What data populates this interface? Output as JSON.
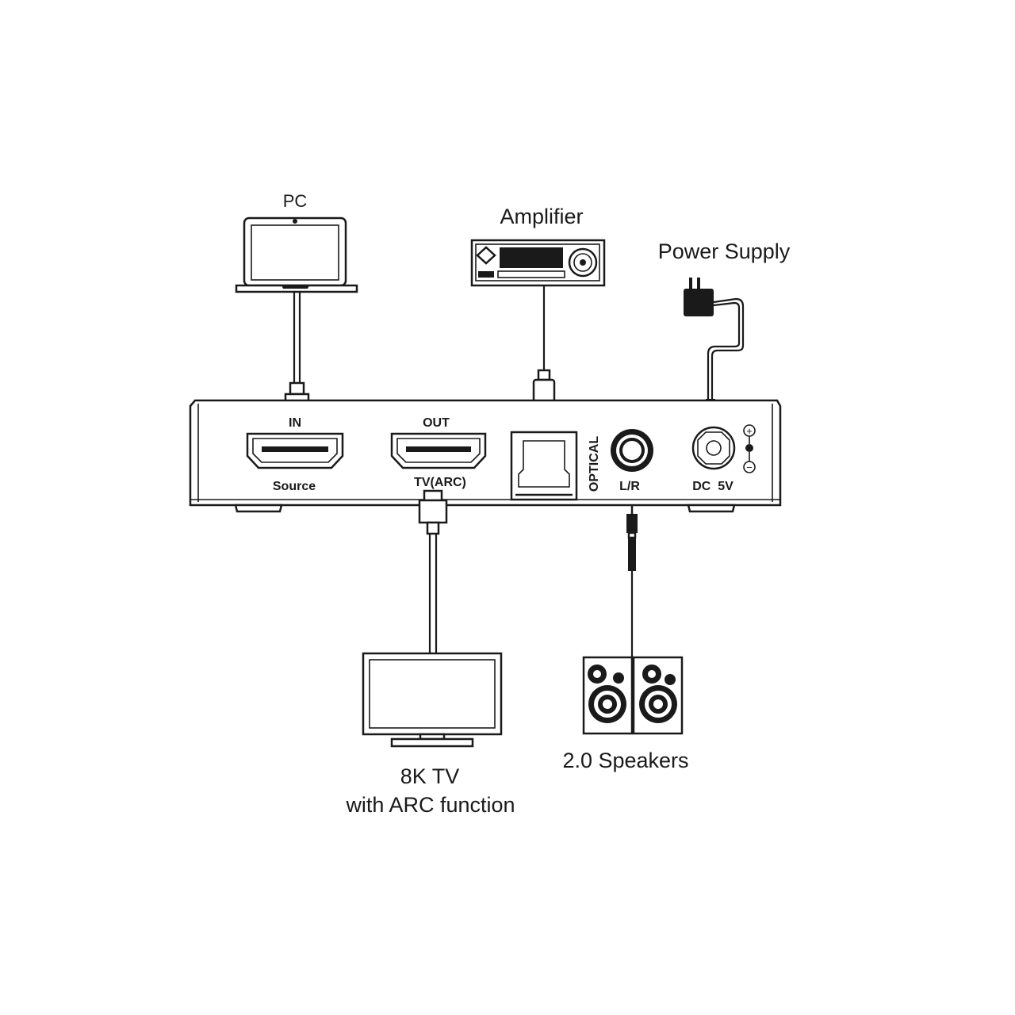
{
  "devices": {
    "pc": "PC",
    "amplifier": "Amplifier",
    "power_supply": "Power Supply",
    "tv_line1": "8K TV",
    "tv_line2": "with ARC function",
    "speakers": "2.0 Speakers"
  },
  "ports": {
    "in": "IN",
    "source": "Source",
    "out": "OUT",
    "tv_arc": "TV(ARC)",
    "optical": "OPTICAL",
    "lr": "L/R",
    "dc": "DC  5V",
    "plus": "+",
    "minus": "−"
  }
}
